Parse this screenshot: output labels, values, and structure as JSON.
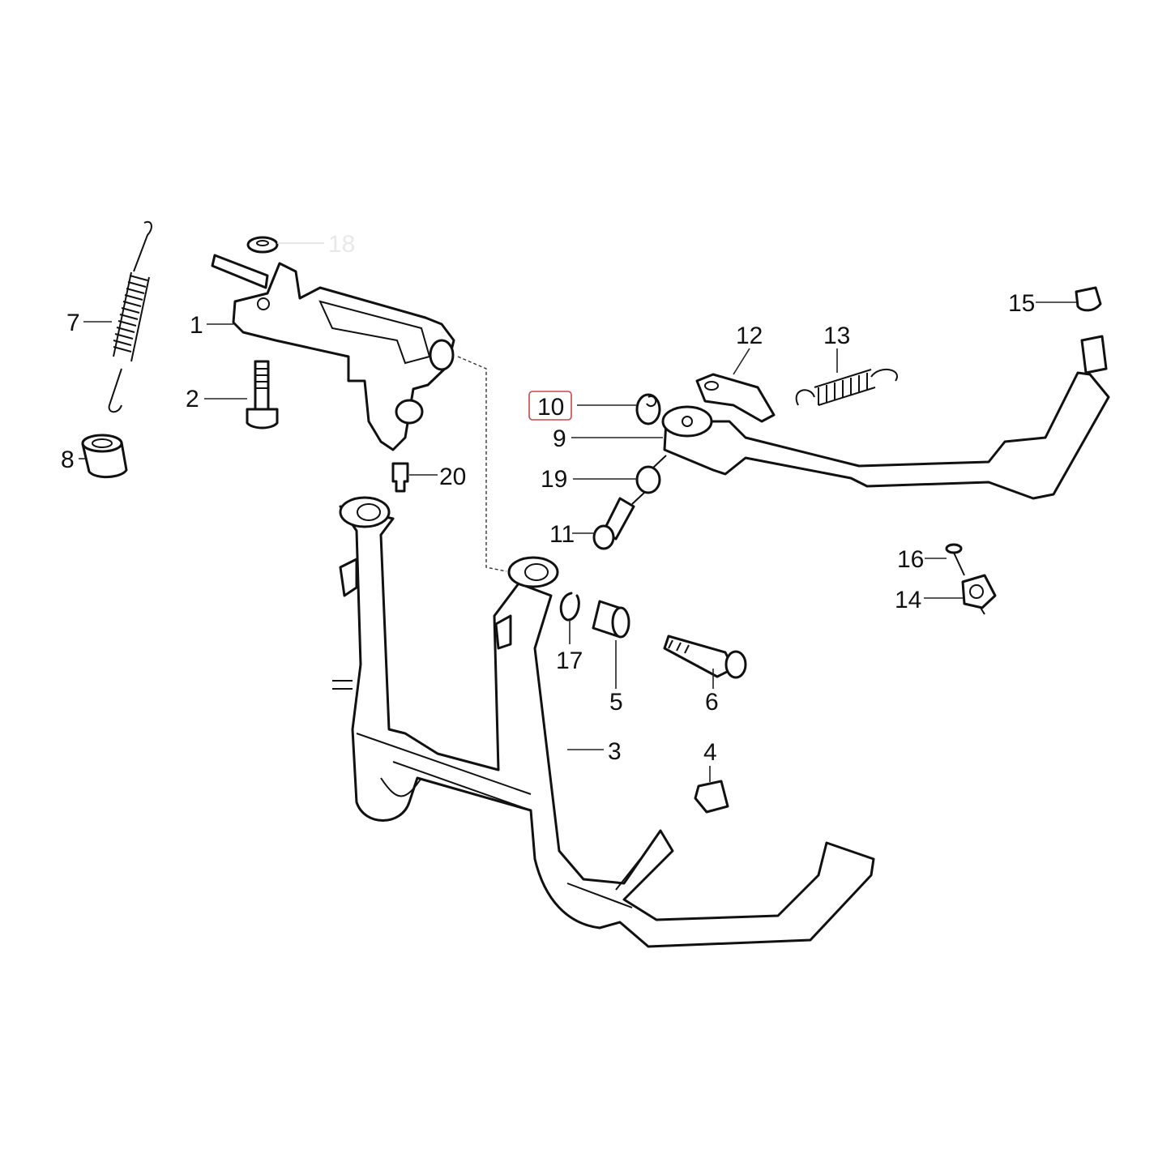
{
  "diagram": {
    "highlighted_part": "10",
    "highlight_color": "#c9474b",
    "callouts": [
      {
        "id": "p1",
        "label": "1"
      },
      {
        "id": "p2",
        "label": "2"
      },
      {
        "id": "p3",
        "label": "3"
      },
      {
        "id": "p4",
        "label": "4"
      },
      {
        "id": "p5",
        "label": "5"
      },
      {
        "id": "p6",
        "label": "6"
      },
      {
        "id": "p7",
        "label": "7"
      },
      {
        "id": "p8",
        "label": "8"
      },
      {
        "id": "p9",
        "label": "9"
      },
      {
        "id": "p10",
        "label": "10"
      },
      {
        "id": "p11",
        "label": "11"
      },
      {
        "id": "p12",
        "label": "12"
      },
      {
        "id": "p13",
        "label": "13"
      },
      {
        "id": "p14",
        "label": "14"
      },
      {
        "id": "p15",
        "label": "15"
      },
      {
        "id": "p16",
        "label": "16"
      },
      {
        "id": "p17",
        "label": "17"
      },
      {
        "id": "p18",
        "label": "18"
      },
      {
        "id": "p19",
        "label": "19"
      },
      {
        "id": "p20",
        "label": "20"
      }
    ]
  }
}
